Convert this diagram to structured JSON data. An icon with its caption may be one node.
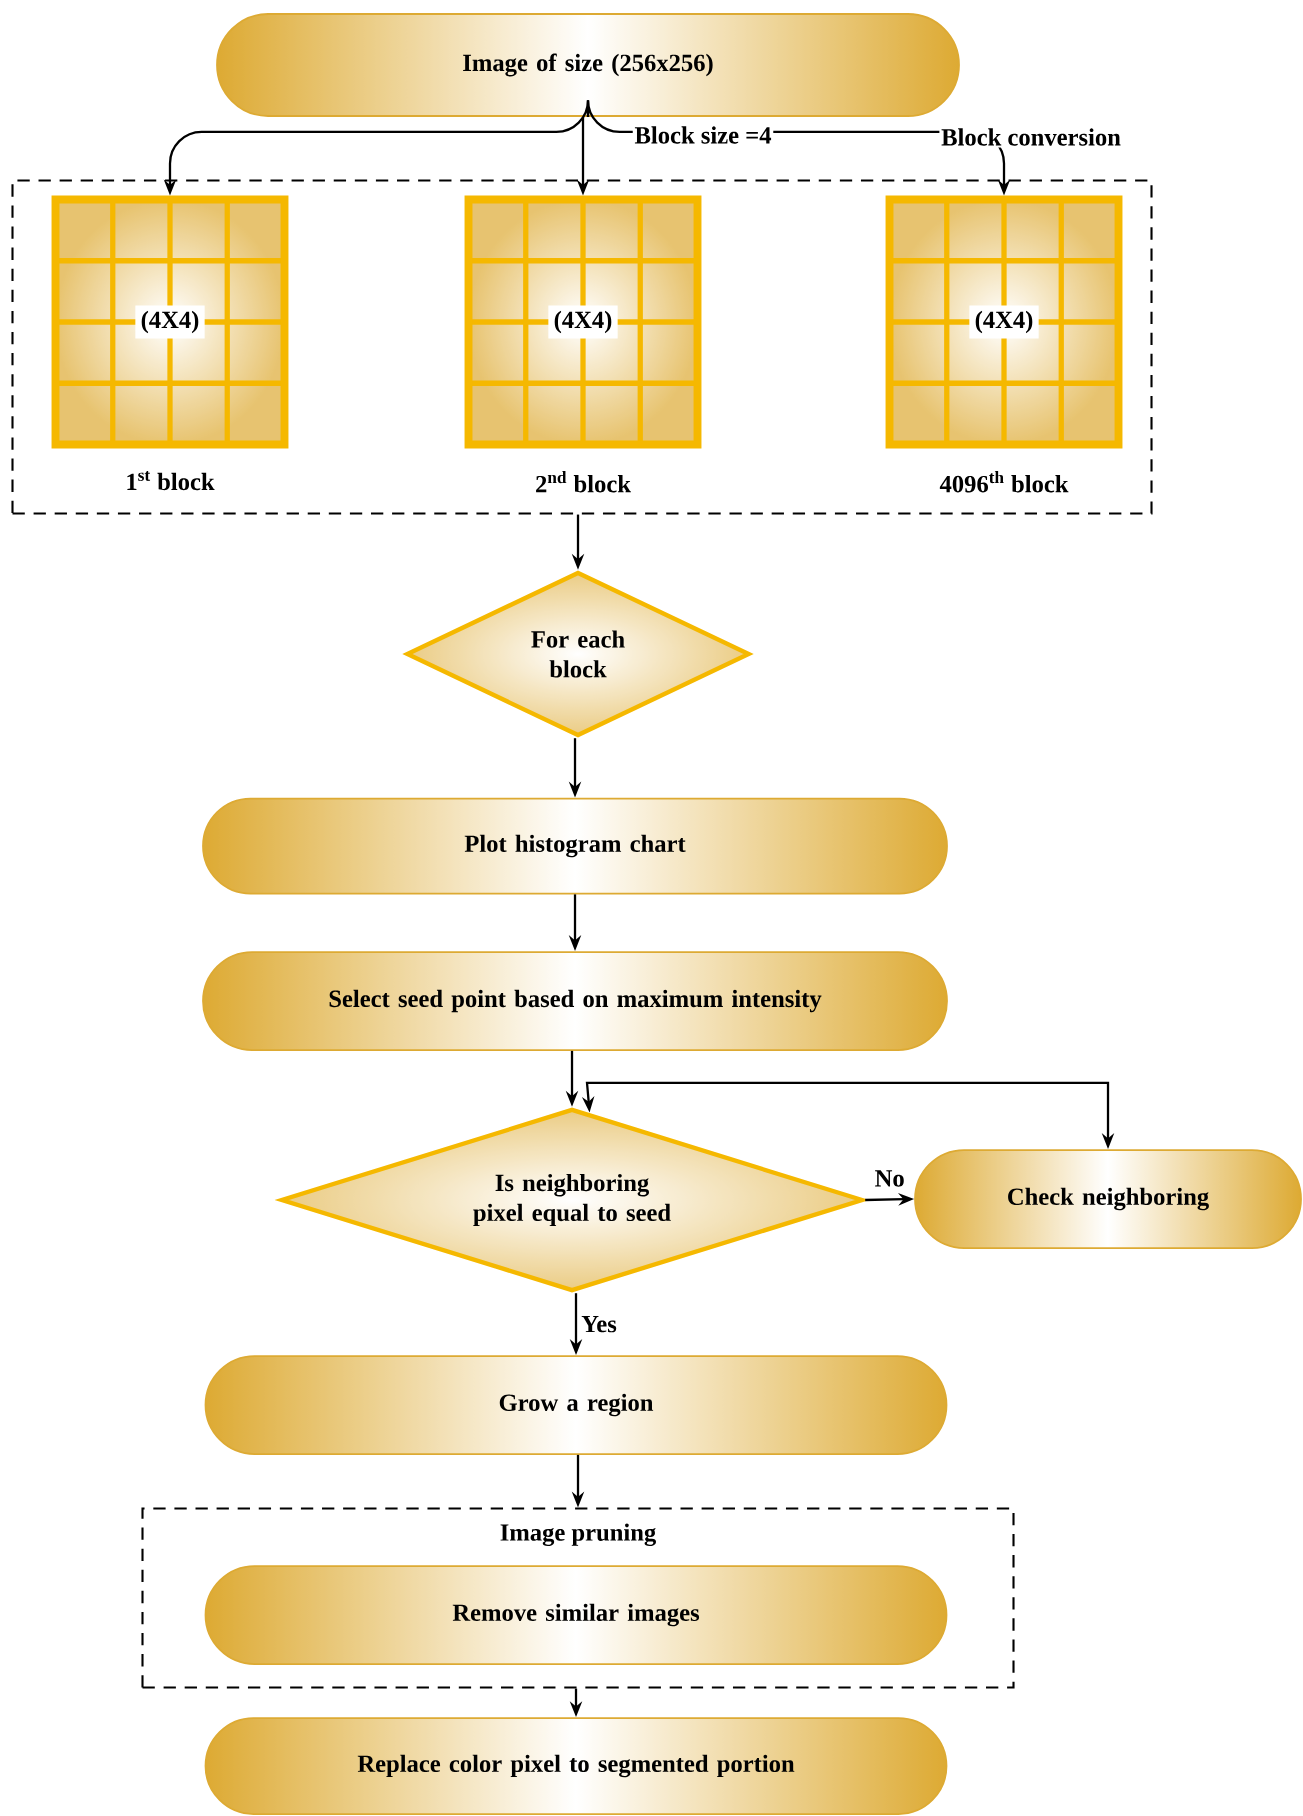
{
  "diagram": {
    "nodes": [
      {
        "text": [
          "Image of size (256x256)"
        ]
      },
      {
        "text": [],
        "shape": "box"
      },
      {
        "text": [
          "(4X4)"
        ],
        "beside": [
          "1$^{st}$ block"
        ],
        "in": 1
      },
      {
        "text": [
          "(4X4)"
        ],
        "beside": [
          "2$^{nd}$ block"
        ],
        "in": 1
      },
      {
        "text": [
          "(4X4)"
        ],
        "beside": [
          "4096$^{th}$ block"
        ],
        "in": 1
      },
      {
        "text": [
          "For each block"
        ]
      },
      {
        "text": [
          "Plot histogram chart"
        ]
      },
      {
        "text": [
          "Select seed point based on maximum intensity"
        ]
      },
      {
        "text": [
          "Is neighboring pixel equal to seed"
        ]
      },
      {
        "text": [
          "Check neighboring"
        ]
      },
      {
        "text": [
          "Grow a region"
        ]
      },
      {
        "text": [
          "Image pruning"
        ]
      },
      {
        "text": [
          "Remove similar images"
        ],
        "in": 11
      },
      {
        "text": [
          "Replace color pixel to segmented portion"
        ]
      }
    ],
    "edges": [
      {
        "from": 0,
        "to": 2,
        "arrow": "to"
      },
      {
        "from": 0,
        "to": 3,
        "arrow": "to"
      },
      {
        "from": 0,
        "to": 4,
        "arrow": "to"
      },
      {
        "from": 1,
        "to": 5,
        "arrow": "to"
      },
      {
        "from": 5,
        "to": 6,
        "arrow": "to"
      },
      {
        "from": 6,
        "to": 7,
        "arrow": "to"
      },
      {
        "from": 7,
        "to": 8,
        "arrow": "to"
      },
      {
        "from": 8,
        "to": 9,
        "arrow": "to",
        "label": "No"
      },
      {
        "from": 9,
        "to": 8,
        "arrow": "both"
      },
      {
        "from": 8,
        "to": 10,
        "arrow": "to",
        "label": "Yes"
      },
      {
        "from": 10,
        "to": 11,
        "arrow": "to"
      },
      {
        "from": 11,
        "to": 13,
        "arrow": "to"
      }
    ],
    "labels": [
      "Block size =4",
      "Block conversion"
    ]
  }
}
